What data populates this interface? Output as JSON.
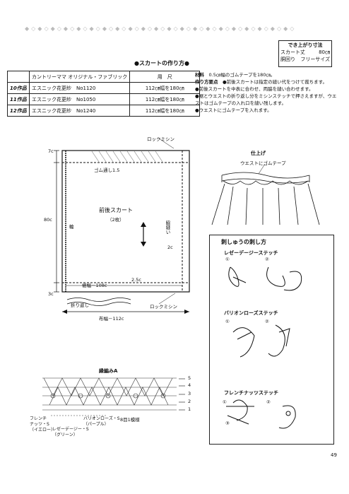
{
  "header": {
    "decoration": "◆◇◆◇◆◇◆◇◆◇◆◇◆◇◆◇◆◇◆◇◆◇◆◇◆◇◆◇◆◇◆◇◆◇◆◇◆◇◆◇◆◇"
  },
  "finished_size": {
    "title": "でき上がり寸法",
    "length_label": "スカート丈",
    "length_value": "80㎝",
    "waist_label": "胴回り",
    "waist_value": "フリーサイズ"
  },
  "section_title": "●スカートの作り方●",
  "materials_table": {
    "headers": [
      "",
      "カントリーママ オリジナル・ファブリック",
      "用　尺"
    ],
    "rows": [
      [
        "10作品",
        "エスニック花更紗　No1120",
        "112㎝幅を180㎝"
      ],
      [
        "11作品",
        "エスニック花更紗　No1050",
        "112㎝幅を180㎝"
      ],
      [
        "12作品",
        "エスニック花更紗　No1240",
        "112㎝幅を180㎝"
      ]
    ]
  },
  "instructions": {
    "materials_label": "材料",
    "materials_text": "0.5㎝幅のゴムテープを180㎝。",
    "method_label": "作り方要点",
    "steps": [
      "●前後スカートは指定の縫い代をつけて裁ちます。",
      "●前後スカートを中表に合わせ、両脇を縫い合わせます。",
      "●裾とウエストの折り返し分をミシンステッチで押さえますが、ウエストはゴムテープの入れ口を縫い残します。",
      "●ウエストにゴムテープを入れます。"
    ]
  },
  "pattern": {
    "lock_top": "ロックミシン",
    "gomu": "ゴム通し1.5",
    "title": "前後スカート",
    "count": "（2枚）",
    "wa": "輪",
    "side_seam": "脇縫い",
    "side_seam_allow": "2c",
    "height_80": "80c",
    "top_7": "7c",
    "bottom_3": "3c",
    "hem_width": "裾幅－108c",
    "seam_25": "2.5c",
    "fold_back": "折り返し",
    "lock_bottom": "ロックミシン",
    "fabric_width": "布幅－112c"
  },
  "finish": {
    "title": "仕上げ",
    "label": "ウエストにゴムテープ"
  },
  "edge": {
    "title": "縁編みA",
    "rows": [
      "5",
      "4",
      "3",
      "2",
      "1"
    ],
    "pattern_note": "8目1模様",
    "french_knot": "フレンチ\nナッツ・S\n（イエロー）",
    "lazy_daisy": "レゼーデージー・S\n（グリーン）",
    "bullion": "バリオンローズ・S\n（パープル）"
  },
  "stitch_box": {
    "title": "刺しゅうの刺し方",
    "lazy_daisy_title": "レゼーデージーステッチ",
    "bullion_title": "バリオンローズステッチ",
    "french_title": "フレンチナッツステッチ",
    "n1": "①",
    "n2": "②",
    "n3": "③"
  },
  "page_number": "49"
}
